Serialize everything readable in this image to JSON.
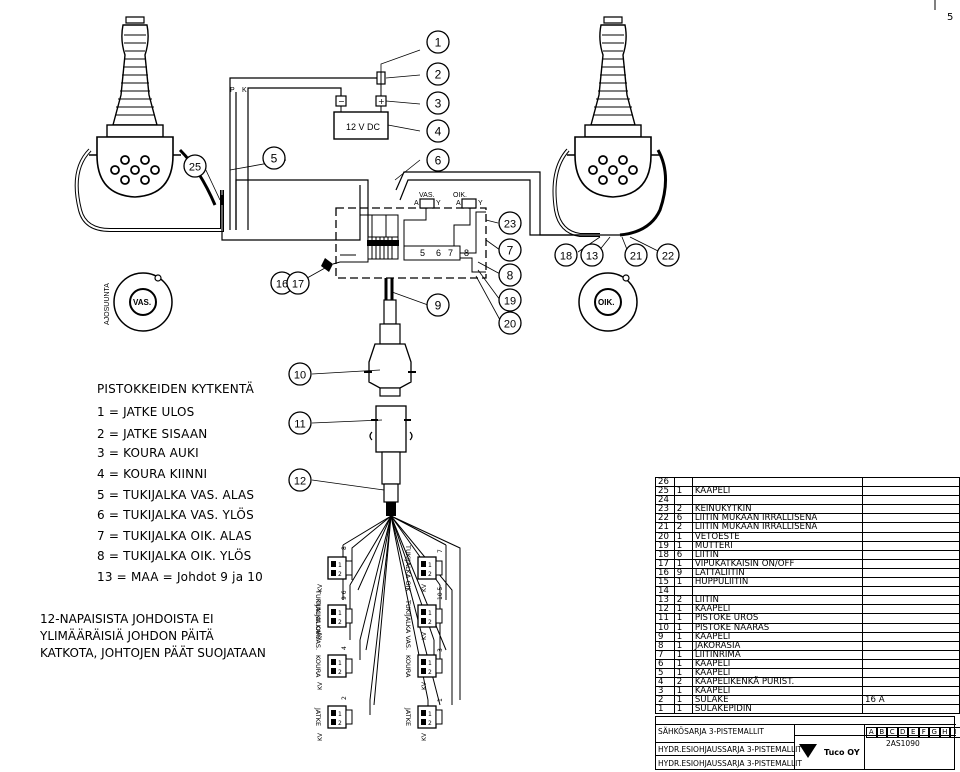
{
  "page_number": "5",
  "callouts": [
    "1",
    "2",
    "3",
    "4",
    "5",
    "6",
    "7",
    "8",
    "9",
    "10",
    "11",
    "12",
    "13",
    "16",
    "17",
    "18",
    "19",
    "20",
    "21",
    "22",
    "23",
    "25"
  ],
  "battery_label": "12 V DC",
  "switch_labels": {
    "vas": "VAS.",
    "oik": "OIK.",
    "a1": "A",
    "y1": "Y",
    "a2": "A",
    "y2": "Y"
  },
  "box_numbers": [
    "5",
    "6",
    "7",
    "8"
  ],
  "dial_labels": {
    "vas": "VAS.",
    "oik": "OIK."
  },
  "vertical_label": "AJOSUUNTA",
  "pk_labels": {
    "p": "P",
    "k": "K"
  },
  "legend": {
    "title": "PISTOKKEIDEN KYTKENTÄ",
    "items": [
      "1 = JATKE ULOS",
      "2 = JATKE SISAAN",
      "3 = KOURA AUKI",
      "4 = KOURA KIINNI",
      "5 = TUKIJALKA VAS. ALAS",
      "6 = TUKIJALKA VAS. YLÖS",
      "7 = TUKIJALKA OIK. ALAS",
      "8 = TUKIJALKA OIK. YLÖS",
      "13 = MAA = Johdot 9 ja 10"
    ]
  },
  "note": [
    "12-NAPAISISTA JOHDOISTA EI",
    "YLIMÄÄRÄISIÄ JOHDON PÄITÄ",
    "KATKOTA, JOHTOJEN PÄÄT SUOJATAAN"
  ],
  "valve_labels": {
    "left": [
      "TUKIJALKA OIK.",
      "TUKIJALKA VAS.",
      "KOURA",
      "JATKE"
    ],
    "right": [
      "TUKIJALKA OIK.",
      "TUKIJALKA VAS.",
      "KOURA",
      "JATKE"
    ],
    "kv": "KV",
    "wire_left": [
      "8",
      "9 6",
      "4",
      "2"
    ],
    "wire_right": [
      "7",
      "10 5",
      "3",
      "1"
    ]
  },
  "bom": [
    [
      "26",
      "",
      ""
    ],
    [
      "25",
      "1",
      "KAAPELI"
    ],
    [
      "24",
      "",
      ""
    ],
    [
      "23",
      "2",
      "KEINUKYTKIN"
    ],
    [
      "22",
      "6",
      "LIITIN MUKAAN IRRALLISENA"
    ],
    [
      "21",
      "2",
      "LIITIN MUKAAN IRRALLISENA"
    ],
    [
      "20",
      "1",
      "VETOESTE"
    ],
    [
      "19",
      "1",
      "MUTTERI"
    ],
    [
      "18",
      "6",
      "LIITIN"
    ],
    [
      "17",
      "1",
      "VIPUKATKAISIN ON/OFF"
    ],
    [
      "16",
      "9",
      "LATTALIITIN"
    ],
    [
      "15",
      "1",
      "HUPPULIITIN"
    ],
    [
      "14",
      "",
      ""
    ],
    [
      "13",
      "2",
      "LIITIN"
    ],
    [
      "12",
      "1",
      "KAAPELI"
    ],
    [
      "11",
      "1",
      "PISTOKE UROS"
    ],
    [
      "10",
      "1",
      "PISTOKE NAARAS"
    ],
    [
      "9",
      "1",
      "KAAPELI"
    ],
    [
      "8",
      "1",
      "JAKORASIA"
    ],
    [
      "7",
      "1",
      "LIITINRIMA"
    ],
    [
      "6",
      "1",
      "KAAPELI"
    ],
    [
      "5",
      "1",
      "KAAPELI"
    ],
    [
      "4",
      "2",
      "KAAPELIKENKÄ PURIST."
    ],
    [
      "3",
      "1",
      "KAAPELI"
    ],
    [
      "2",
      "1",
      "SULAKE"
    ],
    [
      "1",
      "1",
      "SULAKEPIDIN"
    ]
  ],
  "bom_extra": {
    "row2_value": "16 A"
  },
  "title_block": {
    "title1": "SÄHKÖSARJA 3-PISTEMALLIT",
    "title2": "HYDR.ESIOHJAUSSARJA 3-PISTEMALLIT",
    "title3": "HYDR.ESIOHJAUSSARJA 3-PISTEMALLIT",
    "company": "Tuco OY",
    "drawing_no": "2AS1090",
    "revisions": [
      "A",
      "B",
      "C",
      "D",
      "E",
      "F",
      "G",
      "H",
      "I",
      "J"
    ]
  }
}
